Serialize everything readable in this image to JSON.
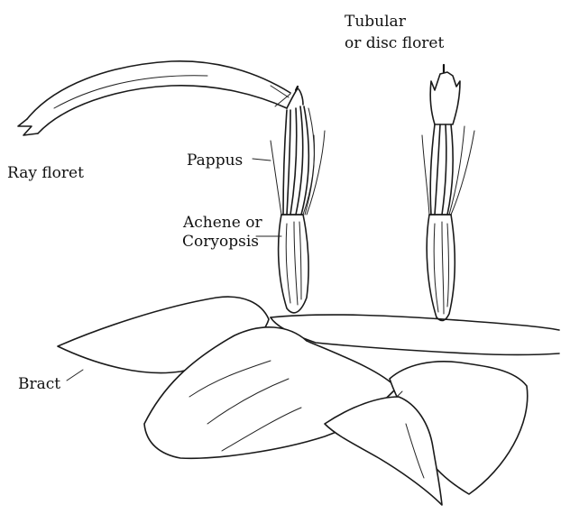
{
  "labels": {
    "ray_floret": "Ray floret",
    "pappus": "Pappus",
    "achene_line1": "Achene or",
    "achene_line2": "Coryopsis",
    "tubular_line1": "Tubular",
    "tubular_line2": "or disc floret",
    "bract": "Bract"
  }
}
